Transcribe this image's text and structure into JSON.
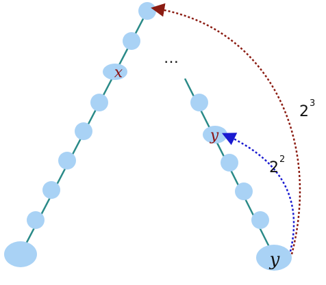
{
  "colors": {
    "node_fill": "#a9d2f5",
    "edge": "#2a8a88",
    "red_arrow": "#8b1c12",
    "blue_arrow": "#1a1ad0",
    "label_red": "#8b1010",
    "label_dark": "#111111"
  },
  "labels": {
    "x_node": "x",
    "y_mid_node": "y",
    "y_bottom_node": "y",
    "ellipsis": "…",
    "blue_jump_base": "2",
    "blue_jump_exp": "2",
    "red_jump_base": "2",
    "red_jump_exp": "3"
  }
}
